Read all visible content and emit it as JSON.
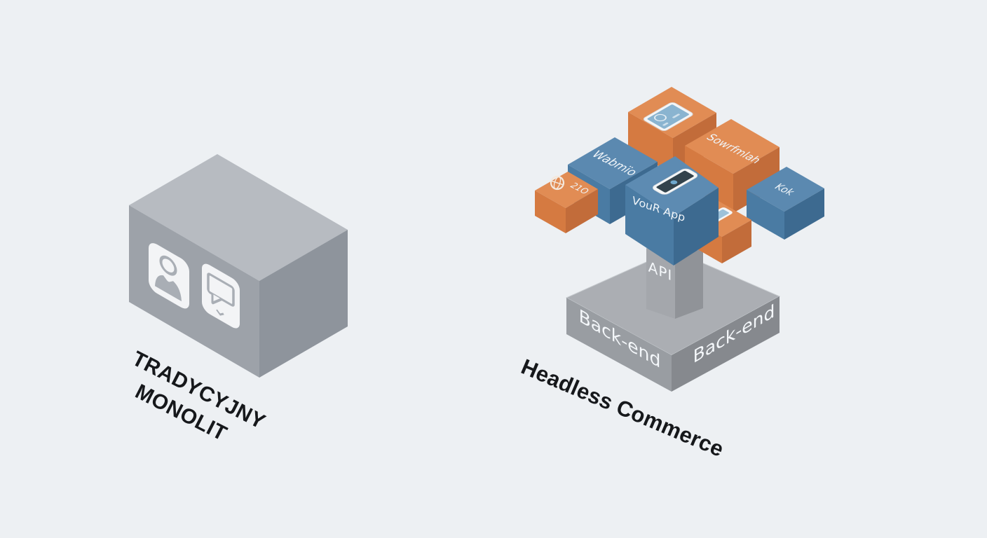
{
  "left_diagram": {
    "title_line1": "TRADYCYJNY",
    "title_line2": "MONOLIT",
    "icons": [
      "user-icon",
      "chat-screen-icon"
    ]
  },
  "right_diagram": {
    "caption": "Headless Commerce",
    "api_pillar": {
      "label": "API"
    },
    "backend_base": {
      "left_face_label": "Back-end",
      "right_face_label": "Back-end"
    },
    "frontend_boxes": [
      {
        "id": "tablet-box",
        "label": "",
        "icon": "tablet-icon",
        "color": "#e18c54"
      },
      {
        "id": "website-box",
        "label": "Wabmïo",
        "icon": "",
        "color": "#5b89b0"
      },
      {
        "id": "smartwatch-box",
        "label": "Sowrfmlah",
        "icon": "",
        "color": "#e18c54"
      },
      {
        "id": "iot-box",
        "label": "21O",
        "icon": "globe-icon",
        "color": "#e18c54"
      },
      {
        "id": "kiosk-box",
        "label": "Kok",
        "icon": "",
        "color": "#5b89b0"
      },
      {
        "id": "mobile-box",
        "label": "",
        "icon": "mobile-phone-icon",
        "color": "#e18c54"
      },
      {
        "id": "your-app-box",
        "label": "VouR App",
        "icon": "smartphone-icon",
        "color": "#5b89b0"
      }
    ]
  },
  "palette": {
    "background": "#edf0f3",
    "monolith_gray_top": "#b7bbc1",
    "monolith_gray_left": "#9da2a9",
    "monolith_gray_right": "#8e949c",
    "blue_top": "#5b89b0",
    "blue_left": "#4a7ba3",
    "blue_right": "#3d6a90",
    "orange_top": "#e18c54",
    "orange_left": "#d57a41",
    "orange_right": "#c26c3a",
    "base_gray_top": "#abaeb3",
    "base_gray_left": "#999da2",
    "base_gray_right": "#86898e",
    "pillar_gray_left": "#a4a7ac",
    "pillar_gray_right": "#909398",
    "caption_text": "#16181b",
    "box_label_text": "#f0f5f9"
  }
}
